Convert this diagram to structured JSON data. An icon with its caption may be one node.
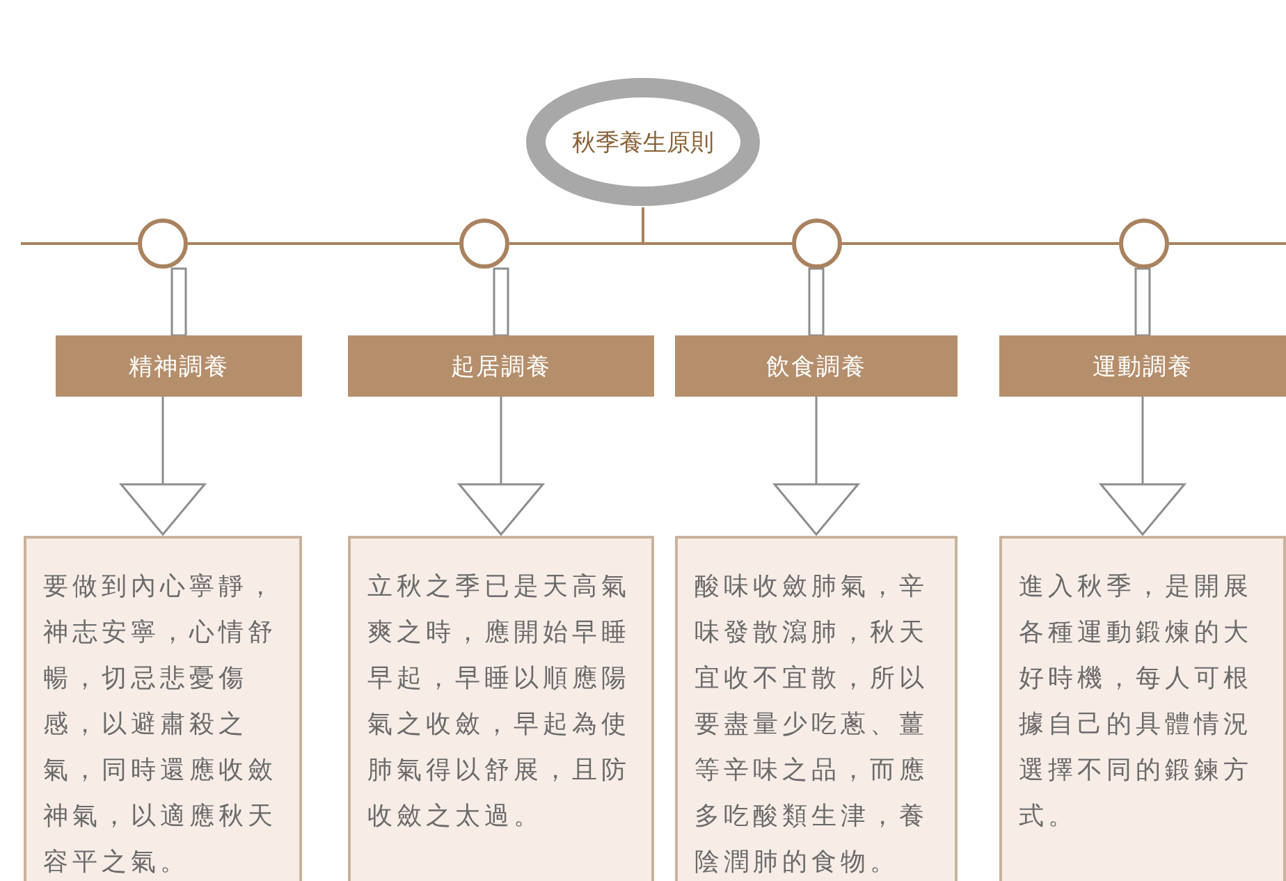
{
  "diagram": {
    "nodes": [
      {
        "text": [
          "秋季養生原則"
        ]
      },
      {
        "text": [],
        "shape": "circle"
      },
      {
        "text": [],
        "shape": "circle"
      },
      {
        "text": [],
        "shape": "circle"
      },
      {
        "text": [],
        "shape": "circle"
      },
      {
        "text": [
          "精神調養"
        ]
      },
      {
        "text": [
          "起居調養"
        ]
      },
      {
        "text": [
          "飲食調養"
        ]
      },
      {
        "text": [
          "運動調養"
        ]
      },
      {
        "text": [
          "要做到內心寧靜，神志安寧，心情舒暢，切忌悲憂傷感，以避肅殺之氣，同時還應收斂神氣，以適應秋天容平之氣。"
        ]
      },
      {
        "text": [
          "立秋之季已是天高氣爽之時，應開始早睡早起，早睡以順應陽氣之收斂，早起為使肺氣得以舒展，且防收斂之太過。"
        ]
      },
      {
        "text": [
          "酸味收斂肺氣，辛味發散瀉肺，秋天宜收不宜散，所以要盡量少吃蔥、薑等辛味之品，而應多吃酸類生津，養陰潤肺的食物。"
        ]
      },
      {
        "text": [
          "進入秋季，是開展各種運動鍛煉的大好時機，每人可根據自己的具體情況選擇不同的鍛鍊方式。"
        ]
      }
    ],
    "edges": [
      {
        "from": 0,
        "to": 2,
        "arrow": "none"
      },
      {
        "from": 0,
        "to": 3,
        "arrow": "none"
      },
      {
        "from": 1,
        "to": 2,
        "arrow": "none"
      },
      {
        "from": 3,
        "to": 4,
        "arrow": "none"
      },
      {
        "from": 1,
        "to": 5,
        "arrow": "none"
      },
      {
        "from": 2,
        "to": 6,
        "arrow": "none"
      },
      {
        "from": 3,
        "to": 7,
        "arrow": "none"
      },
      {
        "from": 4,
        "to": 8,
        "arrow": "none"
      },
      {
        "from": 5,
        "to": 9,
        "arrow": "to"
      },
      {
        "from": 6,
        "to": 10,
        "arrow": "to"
      },
      {
        "from": 7,
        "to": 11,
        "arrow": "to"
      },
      {
        "from": 8,
        "to": 12,
        "arrow": "to"
      }
    ]
  }
}
